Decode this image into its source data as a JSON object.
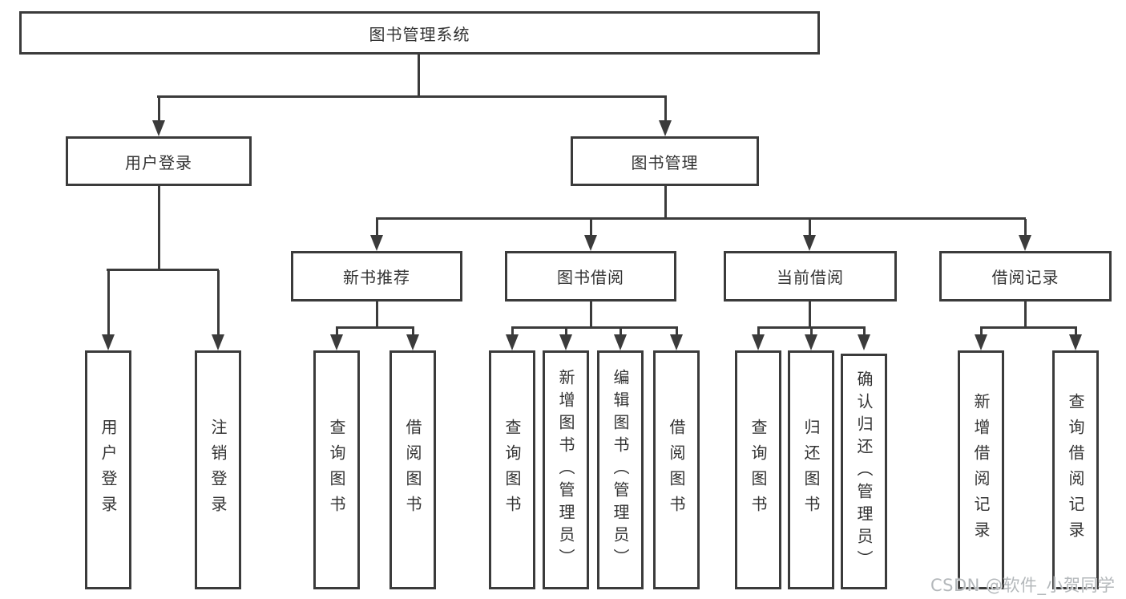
{
  "colors": {
    "line": "#3b3b3b",
    "box_border": "#3b3b3b",
    "text": "#333333",
    "background": "#ffffff",
    "watermark": "#b4b8bb"
  },
  "root": {
    "label": "图书管理系统"
  },
  "level2": [
    {
      "label": "用户登录"
    },
    {
      "label": "图书管理"
    }
  ],
  "level3": [
    {
      "label": "新书推荐"
    },
    {
      "label": "图书借阅"
    },
    {
      "label": "当前借阅"
    },
    {
      "label": "借阅记录"
    }
  ],
  "leaves": {
    "user_login": [
      {
        "label": "用户登录"
      },
      {
        "label": "注销登录"
      }
    ],
    "new_book": [
      {
        "label": "查询图书"
      },
      {
        "label": "借阅图书"
      }
    ],
    "book_borrow": [
      {
        "label": "查询图书"
      },
      {
        "label": "新增图书（管理员）"
      },
      {
        "label": "编辑图书（管理员）"
      },
      {
        "label": "借阅图书"
      }
    ],
    "current_borrow": [
      {
        "label": "查询图书"
      },
      {
        "label": "归还图书"
      },
      {
        "label": "确认归还（管理员）"
      }
    ],
    "borrow_record": [
      {
        "label": "新增借阅记录"
      },
      {
        "label": "查询借阅记录"
      }
    ]
  },
  "watermark": {
    "text": "CSDN @软件_小贺同学"
  }
}
